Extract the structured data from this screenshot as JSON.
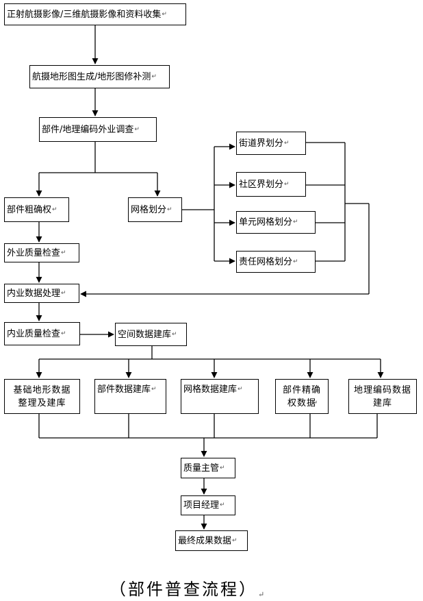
{
  "nodes": {
    "n1": "正射航摄影像/三维航摄影像和资料收集",
    "n2": "航摄地形图生成/地形图修补测",
    "n3": "部件/地理编码外业调查",
    "n4": "部件粗确权",
    "n5": "网格划分",
    "n6": "街道界划分",
    "n7": "社区界划分",
    "n8": "单元网格划分",
    "n9": "责任网格划分",
    "n10": "外业质量检查",
    "n11": "内业数据处理",
    "n12": "内业质量检查",
    "n13": "空间数据建库",
    "n14": "基础地形数据整理及建库",
    "n15": "部件数据建库",
    "n16": "网格数据建库",
    "n17": "部件精确权数据",
    "n18": "地理编码数据建库",
    "n19": "质量主管",
    "n20": "项目经理",
    "n21": "最终成果数据"
  },
  "caption": "（部件普查流程）",
  "paragraph_mark": "↵"
}
